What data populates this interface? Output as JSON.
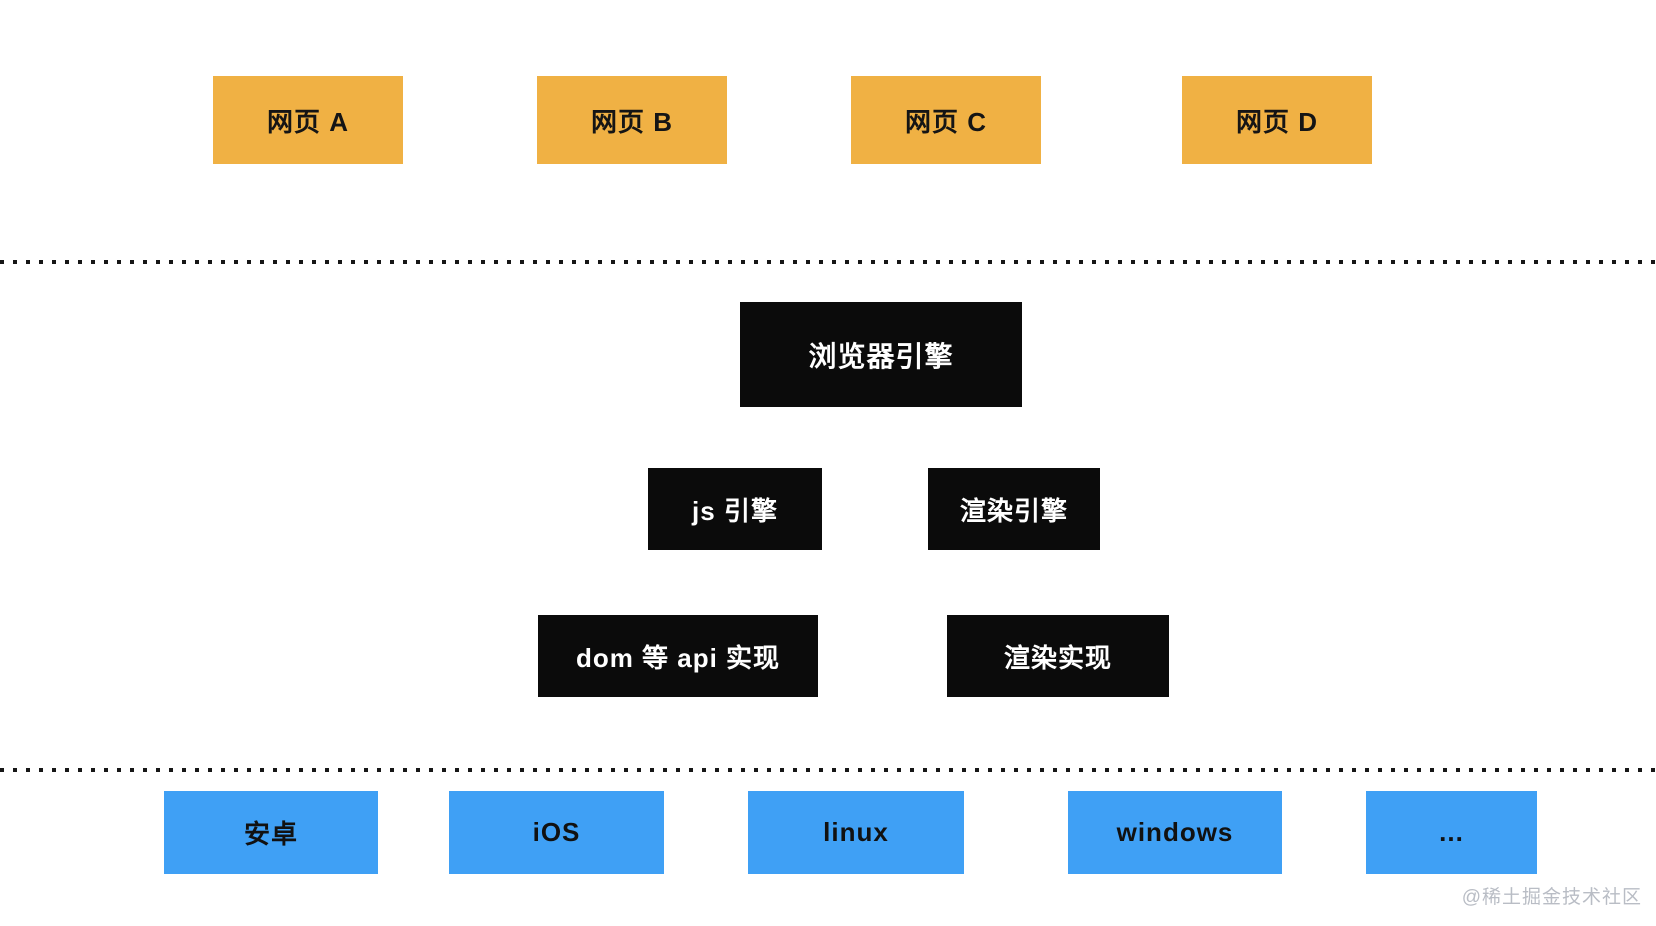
{
  "diagram": {
    "title_hint": "browser architecture layers",
    "colors": {
      "web_box": "#F0B144",
      "engine_box": "#0B0B0B",
      "os_box": "#3FA0F5",
      "engine_text": "#FFFFFF",
      "box_text": "#111111",
      "divider": "#161616",
      "watermark": "#B9BDC5"
    },
    "web_layer": {
      "items": [
        {
          "label": "网页 A"
        },
        {
          "label": "网页 B"
        },
        {
          "label": "网页 C"
        },
        {
          "label": "网页 D"
        }
      ]
    },
    "browser_engine": {
      "label": "浏览器引擎"
    },
    "engine_layer": {
      "items": [
        {
          "label": "js 引擎"
        },
        {
          "label": "渲染引擎"
        }
      ]
    },
    "impl_layer": {
      "items": [
        {
          "label": "dom 等 api 实现"
        },
        {
          "label": "渲染实现"
        }
      ]
    },
    "os_layer": {
      "items": [
        {
          "label": "安卓"
        },
        {
          "label": "iOS"
        },
        {
          "label": "linux"
        },
        {
          "label": "windows"
        },
        {
          "label": "..."
        }
      ]
    },
    "watermark": "@稀土掘金技术社区"
  }
}
